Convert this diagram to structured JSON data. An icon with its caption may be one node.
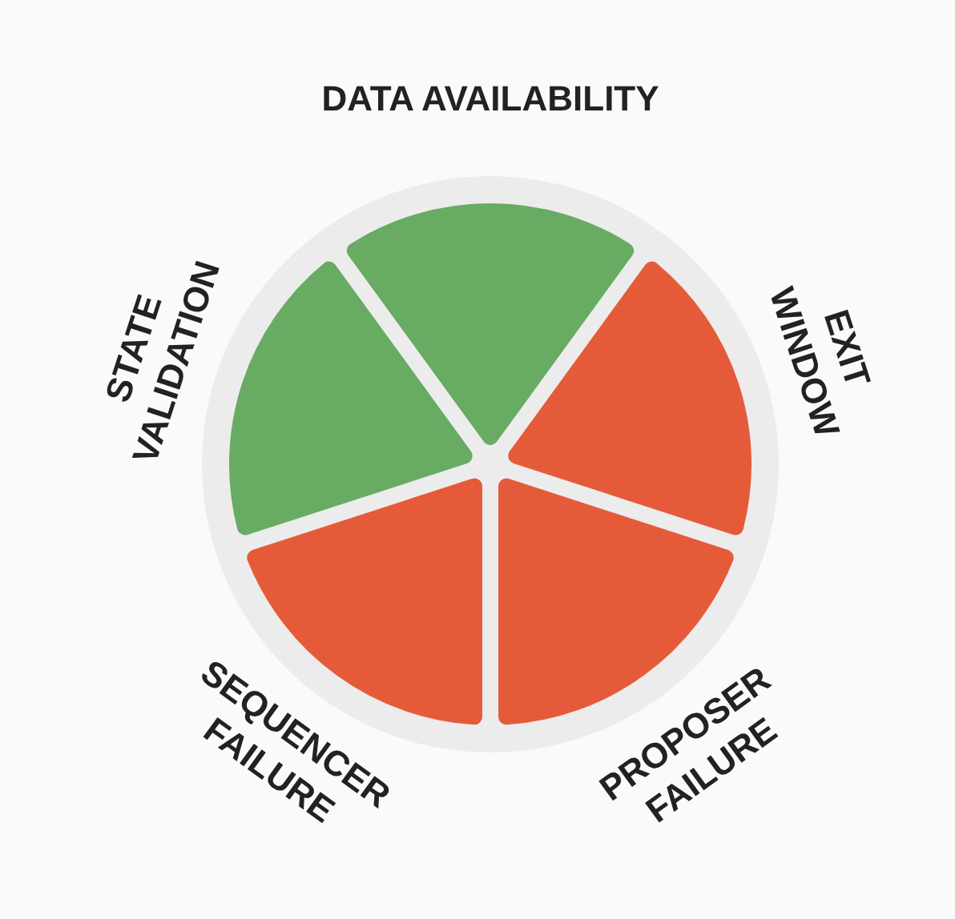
{
  "diagram": {
    "nodes": [
      {
        "text": [
          "DATA AVAILABILITY"
        ]
      },
      {
        "text": [
          "EXIT WINDOW"
        ]
      },
      {
        "text": [
          "PROPOSER FAILURE"
        ]
      },
      {
        "text": [
          "SEQUENCER FAILURE"
        ]
      },
      {
        "text": [
          "STATE VALIDATION"
        ]
      }
    ]
  }
}
